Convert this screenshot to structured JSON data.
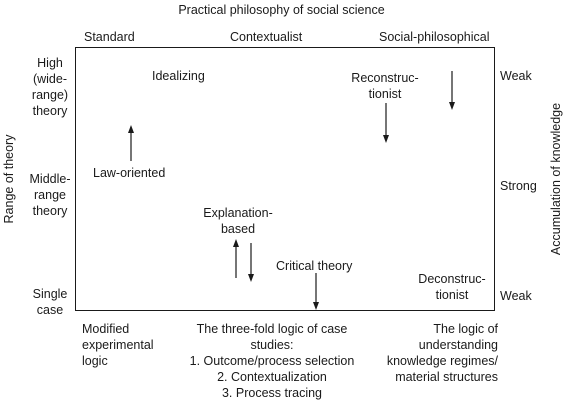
{
  "title": "Practical philosophy of social science",
  "columns": [
    "Standard",
    "Contextualist",
    "Social-philosophical"
  ],
  "y_axis_left": "Range of theory",
  "y_axis_right": "Accumulation of knowledge",
  "rows_left": {
    "high": "High\n(wide-\nrange)\ntheory",
    "middle": "Middle-\nrange\ntheory",
    "single": "Single\ncase"
  },
  "rows_right": {
    "top": "Weak",
    "middle": "Strong",
    "bottom": "Weak"
  },
  "inner": {
    "idealizing": "Idealizing",
    "law_oriented": "Law-oriented",
    "reconstructionist": "Reconstruc-\ntionist",
    "explanation_based": "Explanation-\nbased",
    "critical_theory": "Critical theory",
    "deconstructionist": "Deconstruc-\ntionist"
  },
  "bottom": {
    "standard": "Modified\nexperimental\nlogic",
    "contextualist": "The three-fold logic of case\nstudies:\n1. Outcome/process selection\n2. Contextualization\n3. Process tracing",
    "social": "The logic of\nunderstanding\nknowledge regimes/\nmaterial structures"
  }
}
